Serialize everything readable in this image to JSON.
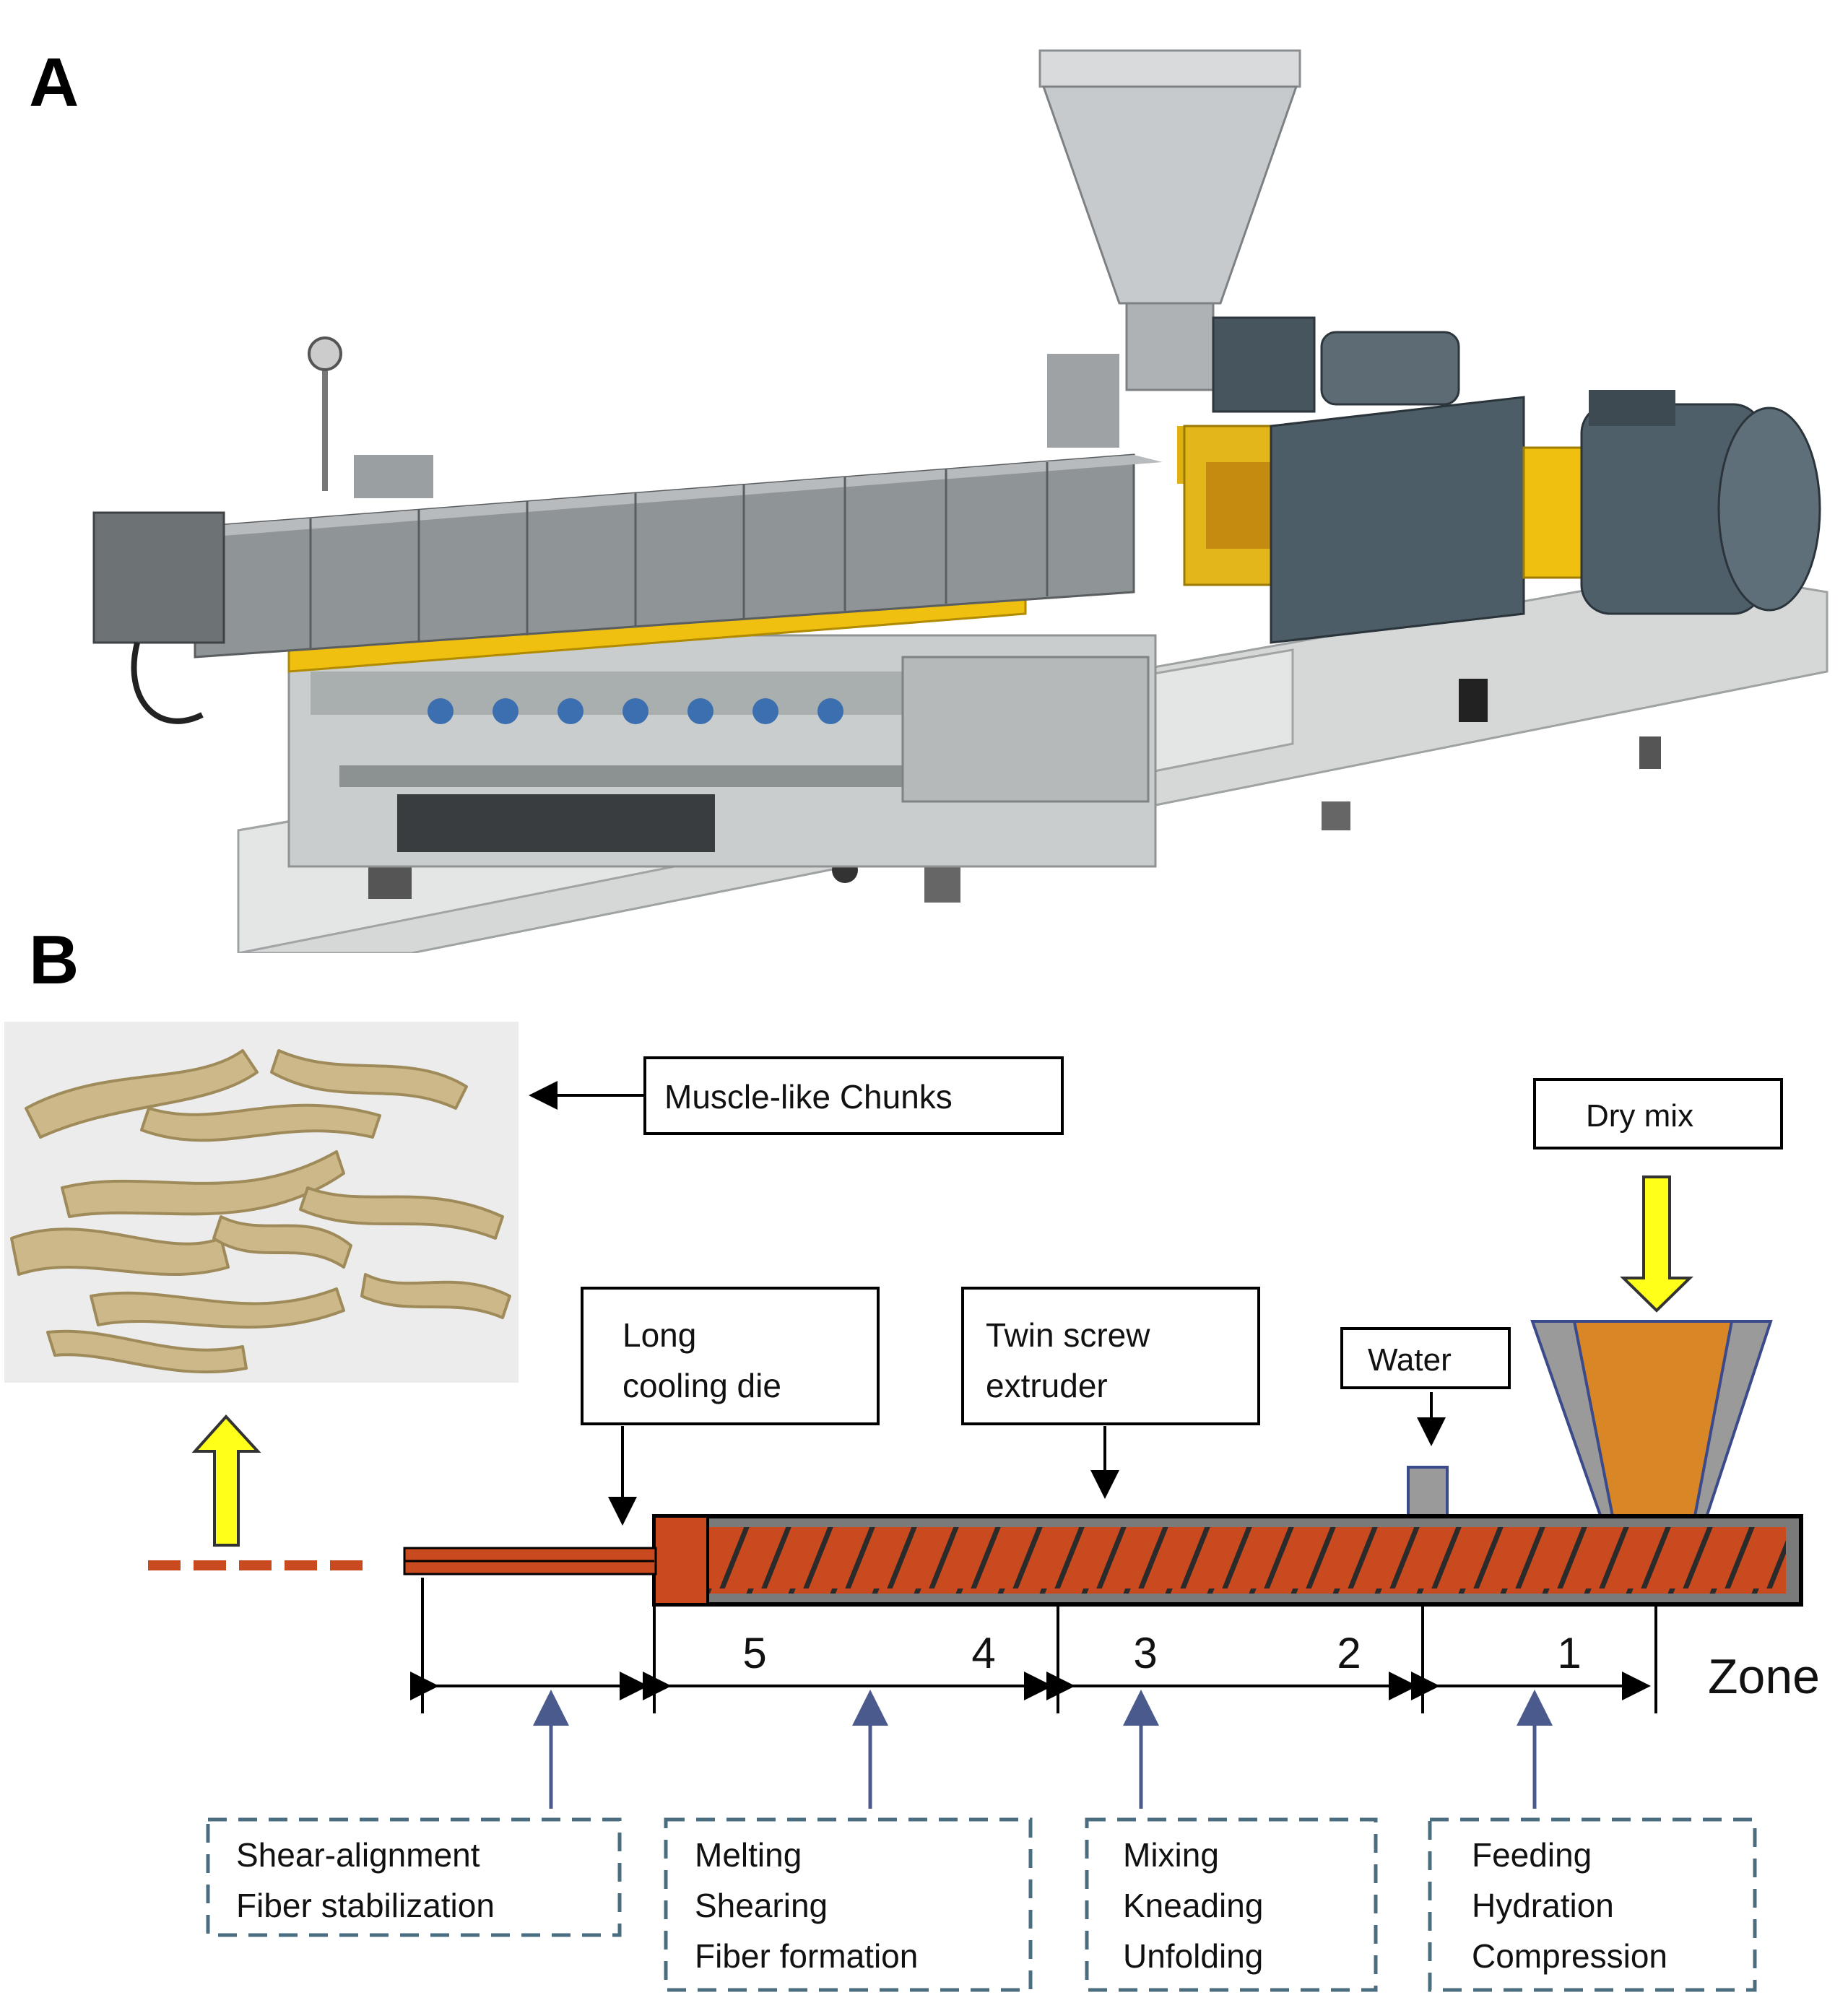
{
  "panels": {
    "a": "A",
    "b": "B"
  },
  "labels": {
    "muscle_like_chunks": "Muscle-like Chunks",
    "dry_mix": "Dry mix",
    "long_cooling_die_line1": "Long",
    "long_cooling_die_line2": "cooling die",
    "twin_screw_line1": "Twin screw",
    "twin_screw_line2": "extruder",
    "water": "Water",
    "zone": "Zone"
  },
  "zones": [
    "5",
    "4",
    "3",
    "2",
    "1"
  ],
  "stages": [
    {
      "lines": [
        "Shear-alignment",
        "Fiber stabilization"
      ]
    },
    {
      "lines": [
        "Melting",
        "Shearing",
        "Fiber formation"
      ]
    },
    {
      "lines": [
        "Mixing",
        "Kneading",
        "Unfolding"
      ]
    },
    {
      "lines": [
        "Feeding",
        "Hydration",
        "Compression"
      ]
    }
  ],
  "colors": {
    "barrel_fill": "#c94a1e",
    "hopper_fill": "#d98626",
    "hopper_side": "#9a9a9a",
    "arrow_yellow": "#ffff1a",
    "stage_arrow": "#4a5a8c",
    "dash_box": "#4b6d80",
    "frame_yellow": "#f0c010"
  }
}
